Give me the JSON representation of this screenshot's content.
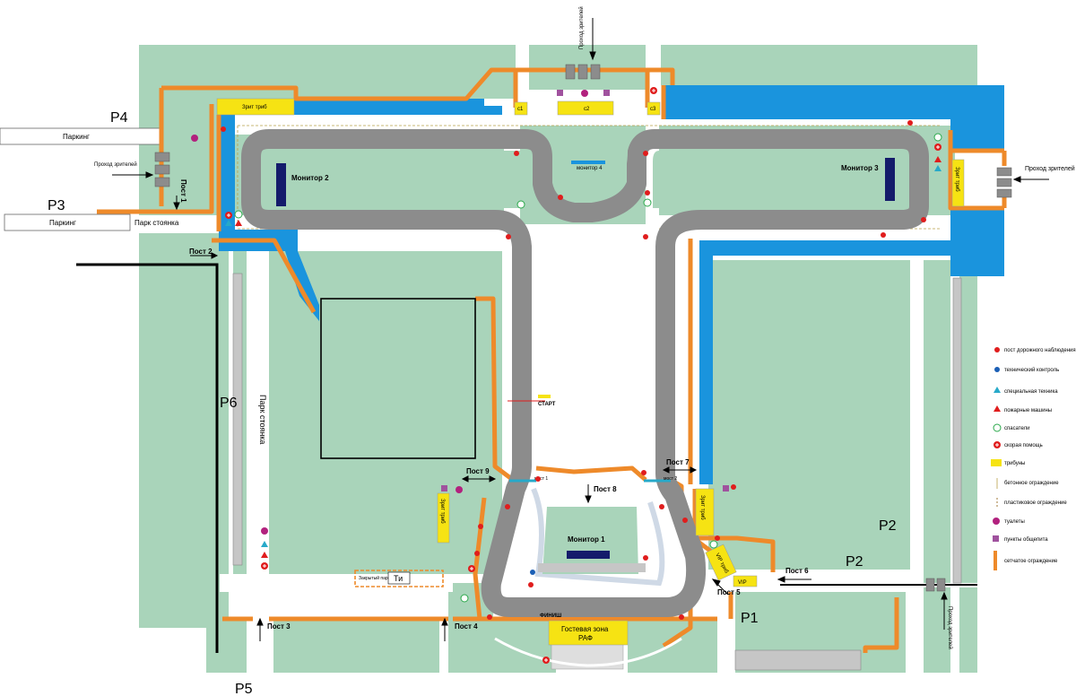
{
  "colors": {
    "grass": "#a9d4ba",
    "road": "#f4f4f4",
    "track": "#8c8c8c",
    "water": "#1a94dd",
    "fence": "#ee8a2a",
    "stand": "#f6e313",
    "monitor": "#141b6b",
    "observer": "#e01d1d",
    "tech": "#1b5fb5",
    "special": "#27a9c9",
    "toilet": "#b2217e",
    "catering": "#a0529e"
  },
  "zones": {
    "p1": "P1",
    "p2a": "P2",
    "p2b": "P2",
    "p3": "P3",
    "p4": "P4",
    "p5": "P5",
    "p6": "P6"
  },
  "parking": {
    "top": "Паркинг",
    "mid": "Паркинг",
    "park_stoyanka_left": "Парк стоянка",
    "park_stoyanka_vertical": "Парк стоянка"
  },
  "posts": {
    "post1": "Пост 1",
    "post2": "Пост 2",
    "post3": "Пост 3",
    "post4": "Пост 4",
    "post5": "Пост 5",
    "post6": "Пост 6",
    "post7": "Пост 7",
    "post8": "Пост 8",
    "post9": "Пост 9"
  },
  "monitors": {
    "m1": "Монитор 1",
    "m2": "Монитор 2",
    "m3": "Монитор 3",
    "m4": "монитор 4"
  },
  "spectators": {
    "left": "Проход зрителей",
    "right": "Проход зрителей",
    "top": "Проход зрителей",
    "bottom": "Проход зрителей"
  },
  "stands": {
    "top_left": "Зрит триб",
    "right": "Зрит триб",
    "bottom_right": "Зрит триб",
    "left_small": "Зрит триб",
    "vip_a": "VIP триб",
    "vip_b": "VIP",
    "c1": "c1",
    "c2": "c2",
    "c3": "c3"
  },
  "track": {
    "start": "СТАРТ",
    "finish": "ФИНИШ",
    "bridge1": "мост 1",
    "bridge2": "мост 2"
  },
  "guest_zone": {
    "line1": "Гостевая зона",
    "line2": "РАФ"
  },
  "closed_park": {
    "label": "Закрытый парк",
    "code": "Ти"
  },
  "legend": [
    {
      "icon": "observer-dot",
      "label": "пост дорожного наблюдения"
    },
    {
      "icon": "tech-dot",
      "label": "технический контроль"
    },
    {
      "icon": "special-triangle",
      "label": "специальная техника"
    },
    {
      "icon": "fire-triangle",
      "label": "пожарные машины"
    },
    {
      "icon": "rescue-circle",
      "label": "спасатели"
    },
    {
      "icon": "ambulance-cross",
      "label": "скорая помощь"
    },
    {
      "icon": "stand-rect",
      "label": "трибуны"
    },
    {
      "icon": "concrete-line",
      "label": "бетонное ограждение"
    },
    {
      "icon": "plastic-line",
      "label": "пластиковое ограждение"
    },
    {
      "icon": "toilet-circle",
      "label": "туалеты"
    },
    {
      "icon": "catering-square",
      "label": "пункты общепита"
    },
    {
      "icon": "mesh-line",
      "label": "сетчатое ограждение"
    }
  ]
}
